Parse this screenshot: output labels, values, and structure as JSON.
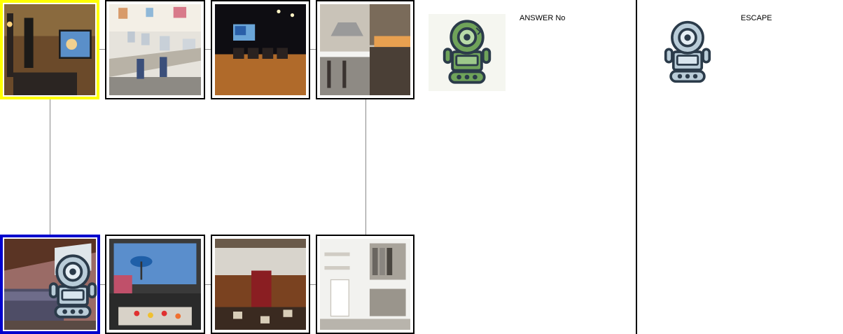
{
  "panels": {
    "answer_text": "ANSWER No",
    "action_text": "ESCAPE"
  },
  "grid": {
    "rooms": [
      {
        "row": 0,
        "col": 0,
        "scene": "home-theater",
        "state": "current"
      },
      {
        "row": 0,
        "col": 1,
        "scene": "computer-lab",
        "state": "normal"
      },
      {
        "row": 0,
        "col": 2,
        "scene": "movie-theater",
        "state": "normal"
      },
      {
        "row": 0,
        "col": 3,
        "scene": "kitchen",
        "state": "normal"
      },
      {
        "row": 1,
        "col": 0,
        "scene": "bedroom",
        "state": "robot"
      },
      {
        "row": 1,
        "col": 1,
        "scene": "spa-room",
        "state": "normal"
      },
      {
        "row": 1,
        "col": 2,
        "scene": "basement-bar",
        "state": "normal"
      },
      {
        "row": 1,
        "col": 3,
        "scene": "walk-in-closet",
        "state": "normal"
      }
    ]
  },
  "colors": {
    "current_highlight": "#ffff00",
    "robot_highlight": "#0000cc",
    "green_robot": "#6fa35a",
    "blue_robot": "#b9ccd8",
    "outline": "#2b3b4a"
  },
  "icons": {
    "answer_agent": "green-robot-icon",
    "escape_agent": "blue-robot-icon"
  }
}
